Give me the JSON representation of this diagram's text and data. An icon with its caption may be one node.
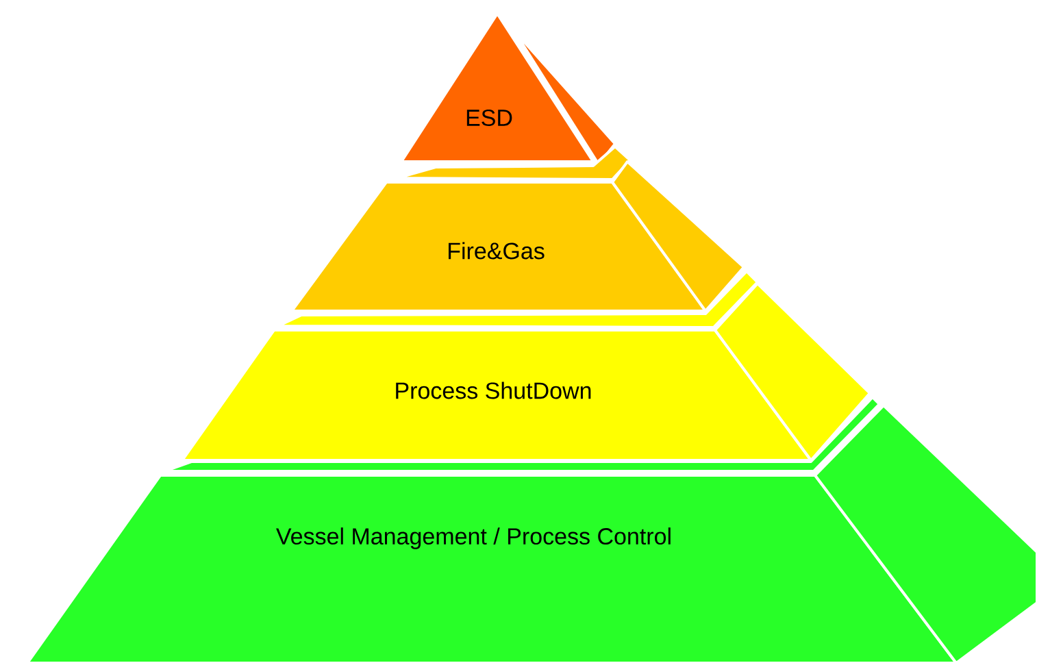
{
  "diagram": {
    "nodes": [
      {
        "text": [
          "ESD"
        ]
      },
      {
        "text": [
          "Fire&Gas"
        ]
      },
      {
        "text": [
          "Process ShutDown"
        ]
      },
      {
        "text": [
          "Vessel Management / Process Control"
        ]
      }
    ]
  }
}
